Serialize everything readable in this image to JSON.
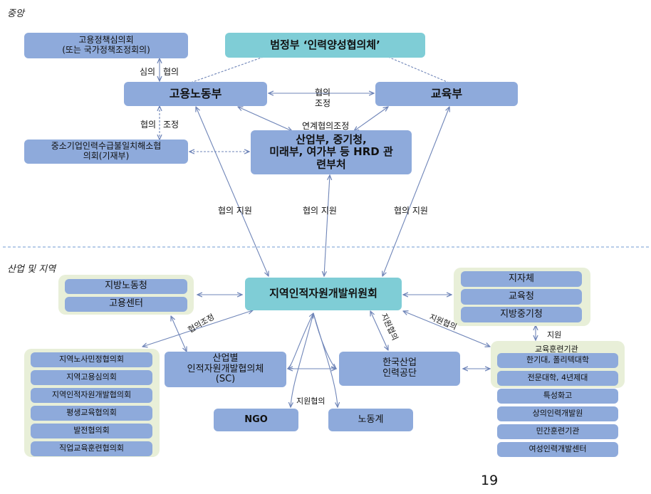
{
  "sections": {
    "central": "중앙",
    "regional": "산업 및 지역"
  },
  "nodes": {
    "employment_council_1": "고용정책심의회",
    "employment_council_2": "(또는 국가정책조정회의)",
    "pan_gov": "범정부 ‘인력양성협의체’",
    "moel": "고용노동부",
    "moe": "교육부",
    "sme_council_1": "중소기업인력수급불일치해소협",
    "sme_council_2": "의회(기재부)",
    "hrd_ministries_1": "산업부, 중기청,",
    "hrd_ministries_2": "미래부, 여가부 등 HRD 관",
    "hrd_ministries_3": "련부처",
    "regional_committee": "지역인적자원개발위원회",
    "left_panel": [
      "지방노동청",
      "고용센터"
    ],
    "right_panel": [
      "지자체",
      "교육청",
      "지방중기청"
    ],
    "left_list": [
      "지역노사민정협의회",
      "지역고용심의회",
      "지역인적자원개발협의회",
      "평생교육협의회",
      "발전협의회",
      "직업교육훈련협의회"
    ],
    "sector_council_1": "산업별",
    "sector_council_2": "인적자원개발협의체",
    "sector_council_3": "(SC)",
    "hrdk_1": "한국산업",
    "hrdk_2": "인력공단",
    "ngo": "NGO",
    "labor": "노동계",
    "training_title": "교육훈련기관",
    "training_list": [
      "한기대, 폴리텍대학",
      "전문대학, 4년제대",
      "특성화고",
      "상의인력개발원",
      "민간훈련기관",
      "여성인력개발센터"
    ]
  },
  "edge_labels": {
    "deliberation": [
      "심의",
      "협의"
    ],
    "consult_coord_h": [
      "협의",
      "조정"
    ],
    "consult_coord_v": [
      "협의",
      "조정"
    ],
    "liaison": "연계협의조정",
    "support_1": "협의 지원",
    "support_2": "협의 지원",
    "support_3": "협의 지원",
    "consult_coord_diag": "협의조정",
    "support_consult_diag": "지원협의",
    "support_consult_right": "지원협의",
    "support_consult_low": "지원협의",
    "support": "지원"
  },
  "page_number": "19"
}
